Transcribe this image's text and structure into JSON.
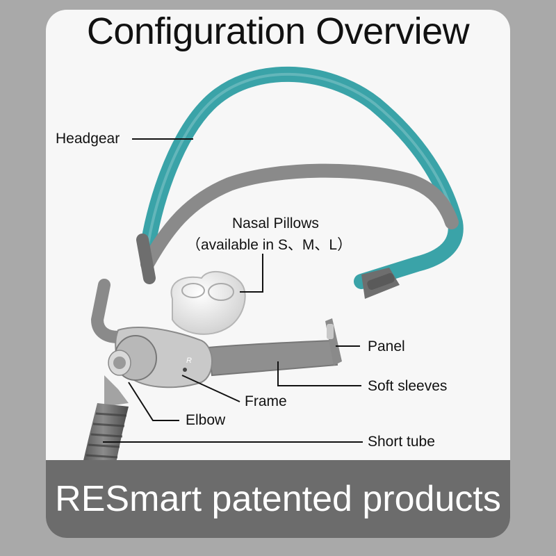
{
  "title": "Configuration Overview",
  "footer": "RESmart patented products",
  "labels": {
    "headgear": "Headgear",
    "nasal_pillows": "Nasal Pillows",
    "nasal_pillows_sizes": "（available in S、M、L）",
    "panel": "Panel",
    "soft_sleeves": "Soft sleeves",
    "frame": "Frame",
    "elbow": "Elbow",
    "short_tube": "Short tube"
  },
  "frame_mark": "R",
  "colors": {
    "headgear_teal": "#3aa3a8",
    "strap_gray": "#8a8a8a",
    "footer_band": "#6c6c6c",
    "background": "#a9a9a9"
  }
}
